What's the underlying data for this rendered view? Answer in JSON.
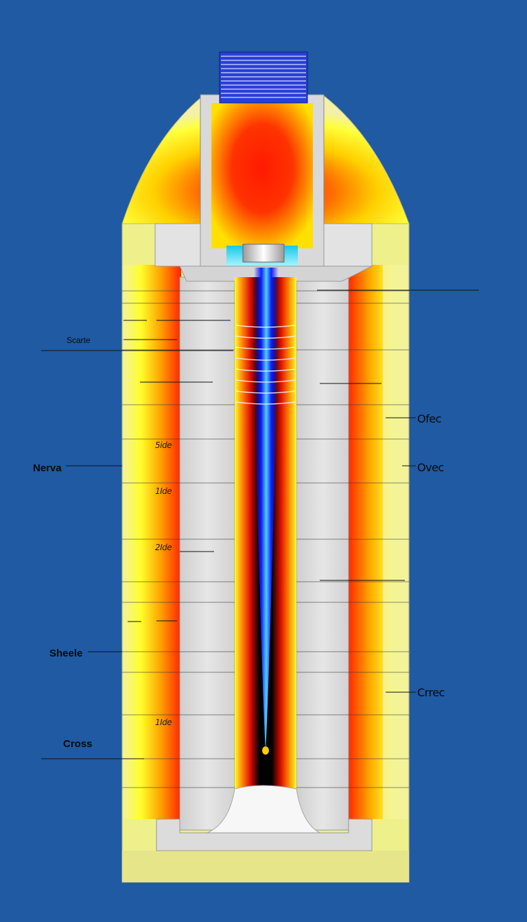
{
  "diagram": {
    "colors": {
      "background": "#1f5aa3",
      "outer_shell": "#f2ef9a",
      "heat_yellow": "#ffff2a",
      "heat_orange": "#ff9900",
      "heat_red": "#ff2a00",
      "core_blue": "#1a2cff",
      "gray_body": "#dcdcdc",
      "cap_blue": "#2a3fd8"
    },
    "left_labels": {
      "scarte": "Scarte",
      "nerva": "Nerva",
      "sheele": "Sheele",
      "cross": "Cross"
    },
    "right_labels": {
      "ofec": "Ofec",
      "ovec": "Ovec",
      "crrec": "Crrec"
    },
    "ticks": [
      "5ide",
      "1Ide",
      "2Ide",
      "1Ide"
    ]
  }
}
